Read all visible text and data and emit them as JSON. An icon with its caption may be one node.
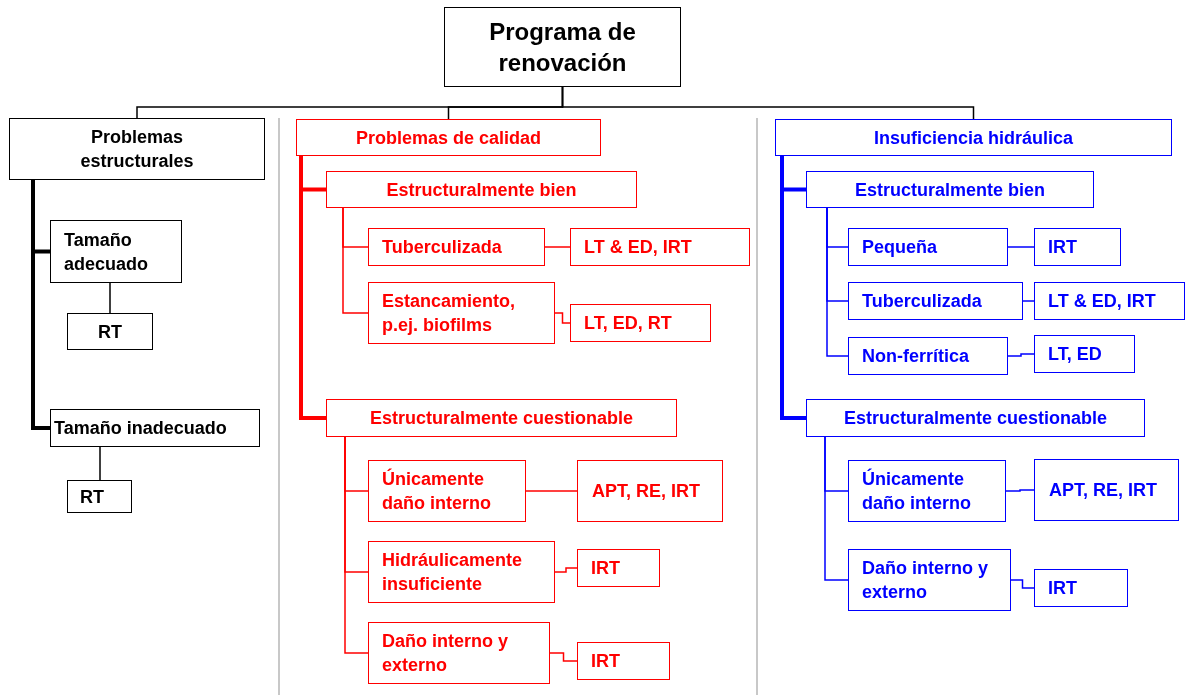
{
  "diagram": {
    "nodes": [
      {
        "text": [
          "Programa de renovación"
        ]
      },
      {
        "text": [
          "Problemas estructurales"
        ]
      },
      {
        "text": [
          "Tamaño adecuado"
        ]
      },
      {
        "text": [
          "RT"
        ]
      },
      {
        "text": [
          "Tamaño inadecuado"
        ]
      },
      {
        "text": [
          "RT"
        ]
      },
      {
        "text": [
          "Problemas de calidad"
        ]
      },
      {
        "text": [
          "Estructuralmente bien"
        ]
      },
      {
        "text": [
          "Tuberculizada"
        ]
      },
      {
        "text": [
          "LT & ED, IRT"
        ]
      },
      {
        "text": [
          "Estancamiento, p.ej. biofilms"
        ]
      },
      {
        "text": [
          "LT, ED, RT"
        ]
      },
      {
        "text": [
          "Estructuralmente cuestionable"
        ]
      },
      {
        "text": [
          "Únicamente daño interno"
        ]
      },
      {
        "text": [
          "APT, RE, IRT"
        ]
      },
      {
        "text": [
          "Hidráulicamente insuficiente"
        ]
      },
      {
        "text": [
          "IRT"
        ]
      },
      {
        "text": [
          "Daño interno y externo"
        ]
      },
      {
        "text": [
          "IRT"
        ]
      },
      {
        "text": [
          "Insuficiencia hidráulica"
        ]
      },
      {
        "text": [
          "Estructuralmente bien"
        ]
      },
      {
        "text": [
          "Pequeña"
        ]
      },
      {
        "text": [
          "IRT"
        ]
      },
      {
        "text": [
          "Tuberculizada"
        ]
      },
      {
        "text": [
          "LT & ED, IRT"
        ]
      },
      {
        "text": [
          "Non-ferrítica"
        ]
      },
      {
        "text": [
          "LT, ED"
        ]
      },
      {
        "text": [
          "Estructuralmente cuestionable"
        ]
      },
      {
        "text": [
          "Únicamente daño interno"
        ]
      },
      {
        "text": [
          "APT, RE, IRT"
        ]
      },
      {
        "text": [
          "Daño interno y externo"
        ]
      },
      {
        "text": [
          "IRT"
        ]
      }
    ],
    "edges": [
      {
        "from": 0,
        "to": 1,
        "arrow": "none",
        "color": "#000000"
      },
      {
        "from": 0,
        "to": 6,
        "arrow": "none",
        "color": "#000000"
      },
      {
        "from": 0,
        "to": 19,
        "arrow": "none",
        "color": "#000000"
      },
      {
        "from": 1,
        "to": 2,
        "arrow": "none",
        "style": "thick",
        "color": "#000000"
      },
      {
        "from": 1,
        "to": 4,
        "arrow": "none",
        "style": "thick",
        "color": "#000000"
      },
      {
        "from": 2,
        "to": 3,
        "arrow": "none",
        "color": "#000000"
      },
      {
        "from": 4,
        "to": 5,
        "arrow": "none",
        "color": "#000000"
      },
      {
        "from": 6,
        "to": 7,
        "arrow": "none",
        "style": "thick",
        "color": "#ff0000"
      },
      {
        "from": 6,
        "to": 12,
        "arrow": "none",
        "style": "thick",
        "color": "#ff0000"
      },
      {
        "from": 7,
        "to": 8,
        "arrow": "none",
        "color": "#ff0000"
      },
      {
        "from": 7,
        "to": 10,
        "arrow": "none",
        "color": "#ff0000"
      },
      {
        "from": 8,
        "to": 9,
        "arrow": "none",
        "color": "#ff0000"
      },
      {
        "from": 10,
        "to": 11,
        "arrow": "none",
        "color": "#ff0000"
      },
      {
        "from": 12,
        "to": 13,
        "arrow": "none",
        "color": "#ff0000"
      },
      {
        "from": 12,
        "to": 15,
        "arrow": "none",
        "color": "#ff0000"
      },
      {
        "from": 12,
        "to": 17,
        "arrow": "none",
        "color": "#ff0000"
      },
      {
        "from": 13,
        "to": 14,
        "arrow": "none",
        "color": "#ff0000"
      },
      {
        "from": 15,
        "to": 16,
        "arrow": "none",
        "color": "#ff0000"
      },
      {
        "from": 17,
        "to": 18,
        "arrow": "none",
        "color": "#ff0000"
      },
      {
        "from": 19,
        "to": 20,
        "arrow": "none",
        "style": "thick",
        "color": "#0000ff"
      },
      {
        "from": 19,
        "to": 27,
        "arrow": "none",
        "style": "thick",
        "color": "#0000ff"
      },
      {
        "from": 20,
        "to": 21,
        "arrow": "none",
        "color": "#0000ff"
      },
      {
        "from": 20,
        "to": 23,
        "arrow": "none",
        "color": "#0000ff"
      },
      {
        "from": 20,
        "to": 25,
        "arrow": "none",
        "color": "#0000ff"
      },
      {
        "from": 21,
        "to": 22,
        "arrow": "none",
        "color": "#0000ff"
      },
      {
        "from": 23,
        "to": 24,
        "arrow": "none",
        "color": "#0000ff"
      },
      {
        "from": 25,
        "to": 26,
        "arrow": "none",
        "color": "#0000ff"
      },
      {
        "from": 27,
        "to": 28,
        "arrow": "none",
        "color": "#0000ff"
      },
      {
        "from": 27,
        "to": 30,
        "arrow": "none",
        "color": "#0000ff"
      },
      {
        "from": 28,
        "to": 29,
        "arrow": "none",
        "color": "#0000ff"
      },
      {
        "from": 30,
        "to": 31,
        "arrow": "none",
        "color": "#0000ff"
      }
    ]
  }
}
